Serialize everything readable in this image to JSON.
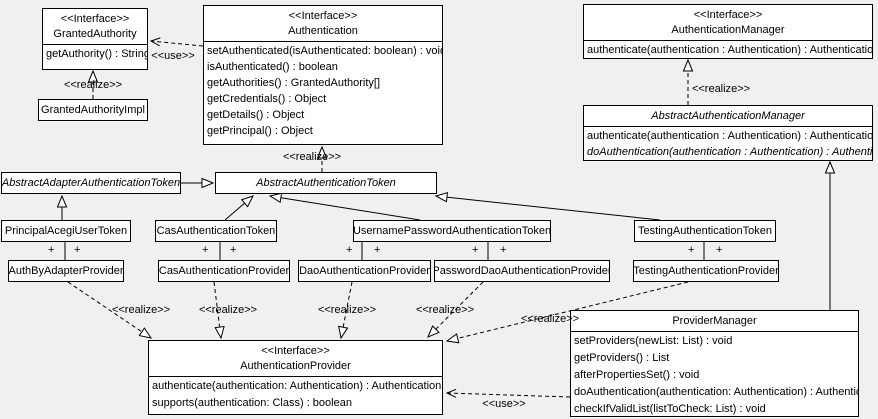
{
  "labels": {
    "use": "<<use>>",
    "realize": "<<realize>>",
    "plus": "+"
  },
  "colors": {
    "background": "#f0f0f0",
    "boxFill": "#ffffff",
    "line": "#000000"
  },
  "classes": {
    "grantedAuthority": {
      "stereotype": "<<Interface>>",
      "name": "GrantedAuthority",
      "methods": [
        "getAuthority() : String"
      ]
    },
    "grantedAuthorityImpl": {
      "name": "GrantedAuthorityImpl"
    },
    "authentication": {
      "stereotype": "<<Interface>>",
      "name": "Authentication",
      "methods": [
        "setAuthenticated(isAuthenticated: boolean) : void",
        "isAuthenticated() : boolean",
        "getAuthorities() : GrantedAuthority[]",
        "getCredentials() : Object",
        "getDetails() : Object",
        "getPrincipal() : Object"
      ]
    },
    "authenticationManager": {
      "stereotype": "<<Interface>>",
      "name": "AuthenticationManager",
      "methods": [
        "authenticate(authentication : Authentication) : Authentication"
      ]
    },
    "abstractAuthenticationManager": {
      "name": "AbstractAuthenticationManager",
      "methods": [
        "authenticate(authentication : Authentication) : Authentication",
        "doAuthentication(authentication : Authentication) : Authentication"
      ]
    },
    "abstractAdapterAuthenticationToken": {
      "name": "AbstractAdapterAuthenticationToken"
    },
    "abstractAuthenticationToken": {
      "name": "AbstractAuthenticationToken"
    },
    "principalAcegiUserToken": {
      "name": "PrincipalAcegiUserToken"
    },
    "casAuthenticationToken": {
      "name": "CasAuthenticationToken"
    },
    "usernamePasswordAuthenticationToken": {
      "name": "UsernamePasswordAuthenticationToken"
    },
    "testingAuthenticationToken": {
      "name": "TestingAuthenticationToken"
    },
    "authByAdapterProvider": {
      "name": "AuthByAdapterProvider"
    },
    "casAuthenticationProvider": {
      "name": "CasAuthenticationProvider"
    },
    "daoAuthenticationProvider": {
      "name": "DaoAuthenticationProvider"
    },
    "passwordDaoAuthenticationProvider": {
      "name": "PasswordDaoAuthenticationProvider"
    },
    "testingAuthenticationProvider": {
      "name": "TestingAuthenticationProvider"
    },
    "authenticationProvider": {
      "stereotype": "<<Interface>>",
      "name": "AuthenticationProvider",
      "methods": [
        "authenticate(authentication: Authentication) : Authentication",
        "supports(authentication: Class) : boolean"
      ]
    },
    "providerManager": {
      "name": "ProviderManager",
      "methods": [
        "setProviders(newList: List) : void",
        "getProviders() : List",
        "afterPropertiesSet() : void",
        "doAuthentication(authentication: Authentication) : Authentication",
        "checkIfValidList(listToCheck: List) : void"
      ]
    }
  }
}
